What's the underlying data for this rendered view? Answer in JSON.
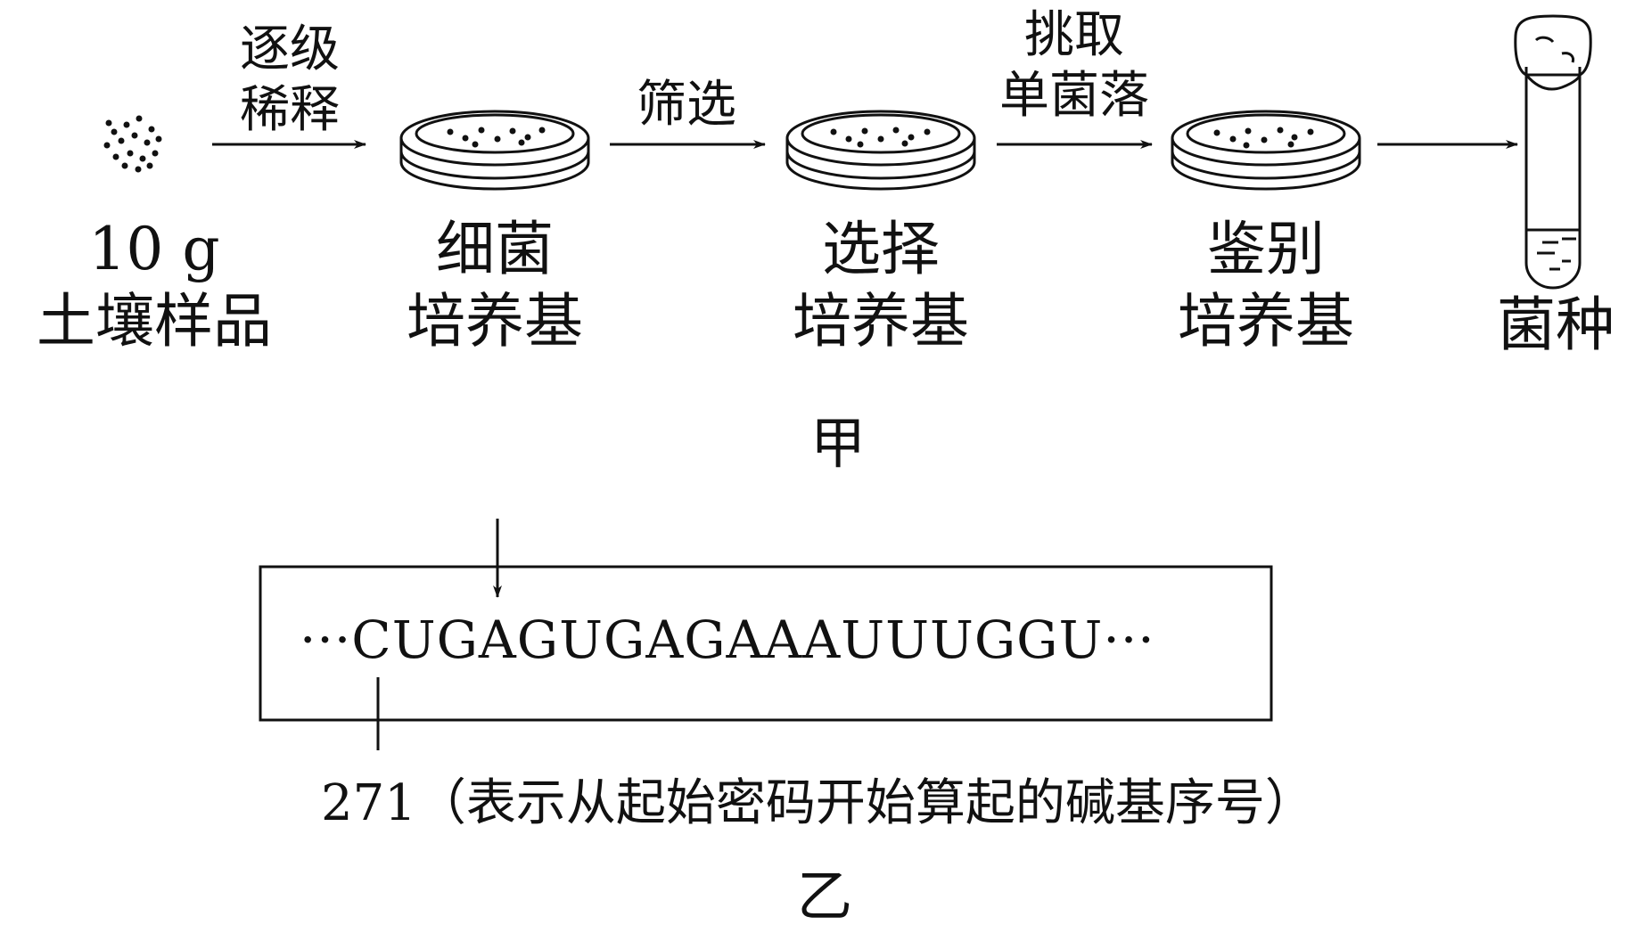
{
  "figure_a": {
    "caption": "甲",
    "steps": [
      {
        "label_line1": "10 g",
        "label_line2": "土壤样品"
      },
      {
        "label_line1": "细菌",
        "label_line2": "培养基"
      },
      {
        "label_line1": "选择",
        "label_line2": "培养基"
      },
      {
        "label_line1": "鉴别",
        "label_line2": "培养基"
      },
      {
        "label_line1": "菌种"
      }
    ],
    "arrows": [
      {
        "line1": "逐级",
        "line2": "稀释"
      },
      {
        "line1": "筛选"
      },
      {
        "line1": "挑取",
        "line2": "单菌落"
      },
      {
        "line1": ""
      }
    ]
  },
  "figure_b": {
    "caption": "乙",
    "sequence": "···CUGAGUGAGAAAUUUGGU···",
    "position_note": "271（表示从起始密码开始算起的碱基序号）"
  }
}
